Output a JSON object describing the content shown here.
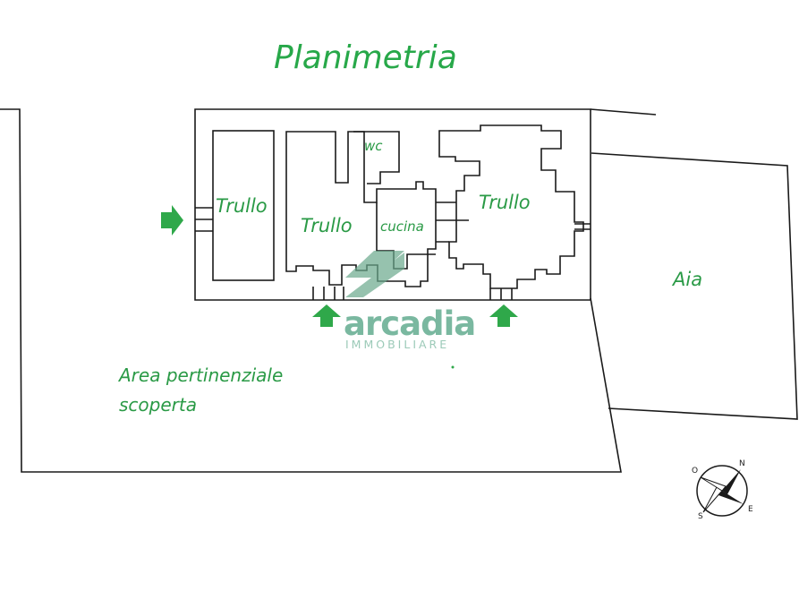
{
  "title": "Planimetria",
  "rooms": {
    "trullo_left": "Trullo",
    "trullo_center": "Trullo",
    "trullo_right": "Trullo",
    "wc": "wc",
    "cucina": "cucina"
  },
  "areas": {
    "aia": "Aia",
    "outdoor_line1": "Area pertinenziale",
    "outdoor_line2": "scoperta"
  },
  "watermark": {
    "brand": "arcadia",
    "subtitle": "IMMOBILIARE"
  },
  "compass": {
    "n": "N",
    "s": "S",
    "e": "E",
    "o": "O"
  },
  "colors": {
    "label_green": "#27a849",
    "arrow_green": "#2fa84a",
    "wall": "#1a1a1a",
    "watermark": "#7ab8a0"
  },
  "icons": {
    "entrance": "arrow-icon",
    "compass": "compass-rose-icon"
  }
}
